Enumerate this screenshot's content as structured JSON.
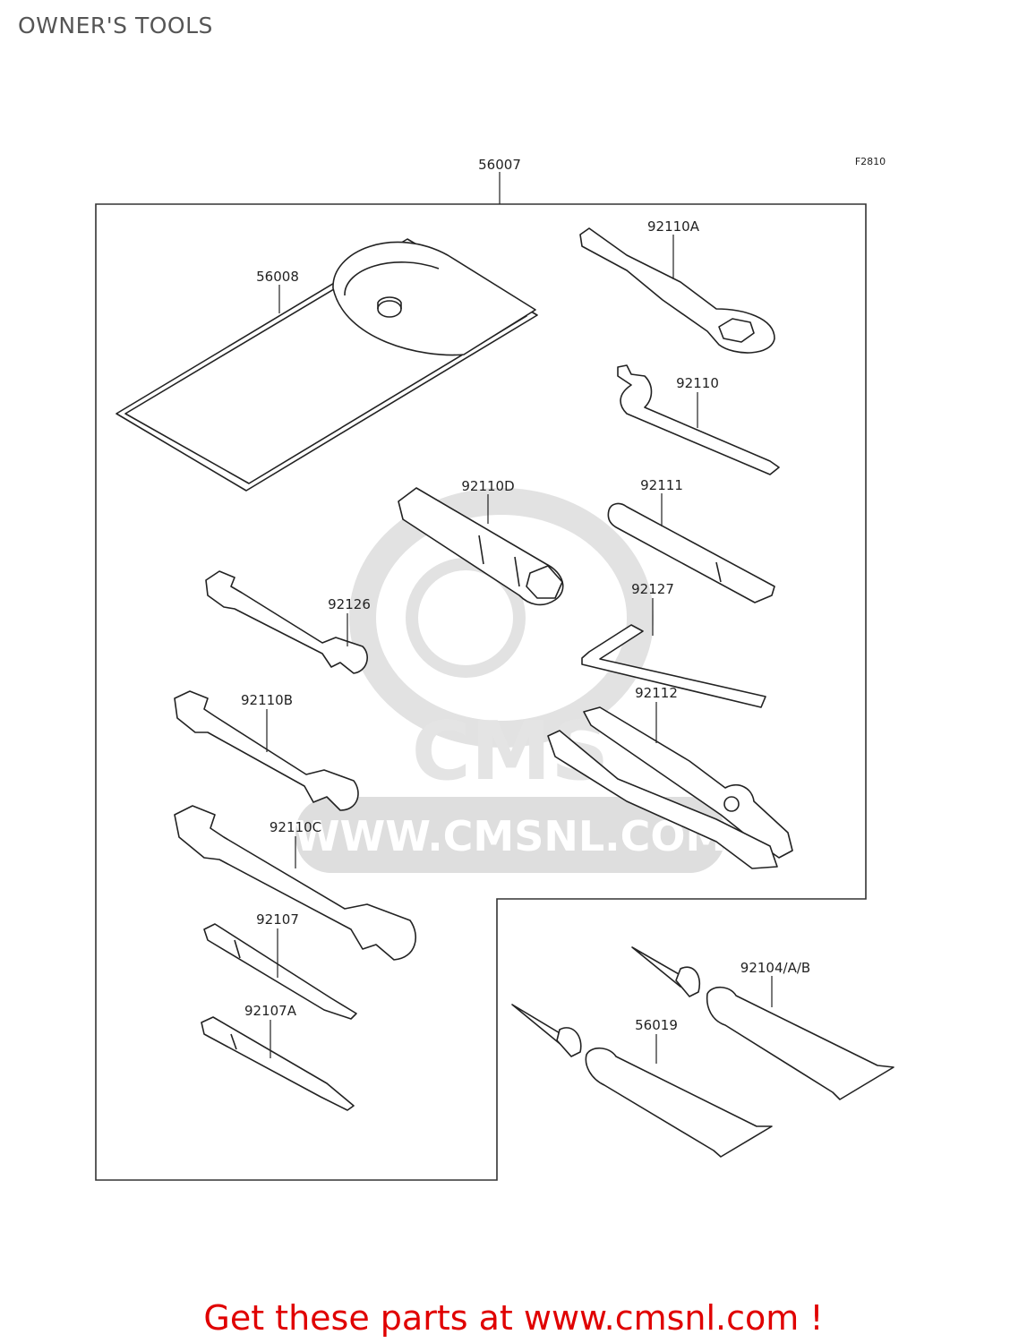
{
  "header": {
    "title": "OWNER'S TOOLS"
  },
  "diagram": {
    "figure_code": "F2810",
    "callouts": {
      "kit": "56007",
      "tool_bag": "56008",
      "box_wrench": "92110A",
      "hook_spanner": "92110",
      "plug_wrench": "92110D",
      "handle_bar": "92111",
      "hex_key": "92127",
      "wrench_small": "92126",
      "wrench_medium": "92110B",
      "wrench_large": "92110C",
      "pliers": "92112",
      "screwdriver": "92107",
      "screwdriver_alt": "92107A",
      "repair_tube_a": "92104/A/B",
      "repair_tube_b": "56019"
    },
    "watermark": {
      "brand": "CMS",
      "url": "WWW.CMSNL.COM"
    }
  },
  "footer": {
    "link_text": "Get these parts at www.cmsnl.com !",
    "color": "#e00000"
  },
  "colors": {
    "line": "#222222",
    "watermark": "#dedede",
    "title": "#555555"
  }
}
